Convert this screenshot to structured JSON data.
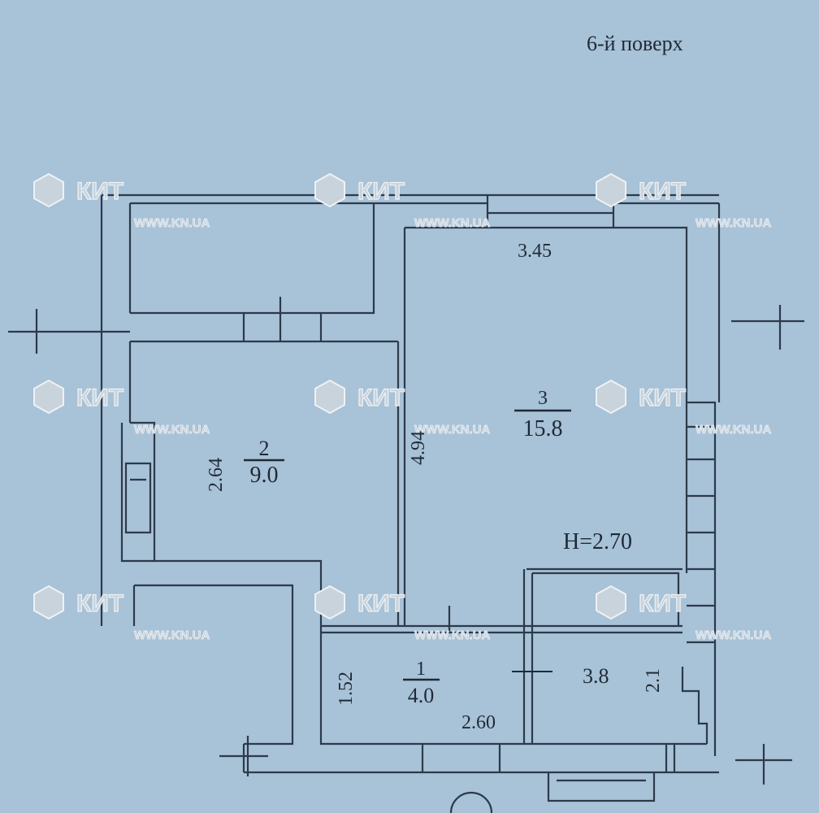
{
  "floor_label": "6-й поверх",
  "watermark": {
    "brand": "КИТ",
    "url": "WWW.KN.UA"
  },
  "rooms": [
    {
      "number": "1",
      "area": "4.0"
    },
    {
      "number": "2",
      "area": "9.0"
    },
    {
      "number": "3",
      "area": "15.8"
    },
    {
      "number": "",
      "area": "3.8"
    }
  ],
  "dimensions": {
    "room3_width": "3.45",
    "room3_length": "4.94",
    "room2_width": "2.64",
    "room1_width": "1.52",
    "room1_length": "2.60",
    "bath_width": "2.1",
    "ceiling_height": "H=2.70"
  },
  "colors": {
    "paper": "#a8c2d7",
    "ink": "#2c3a4a"
  }
}
